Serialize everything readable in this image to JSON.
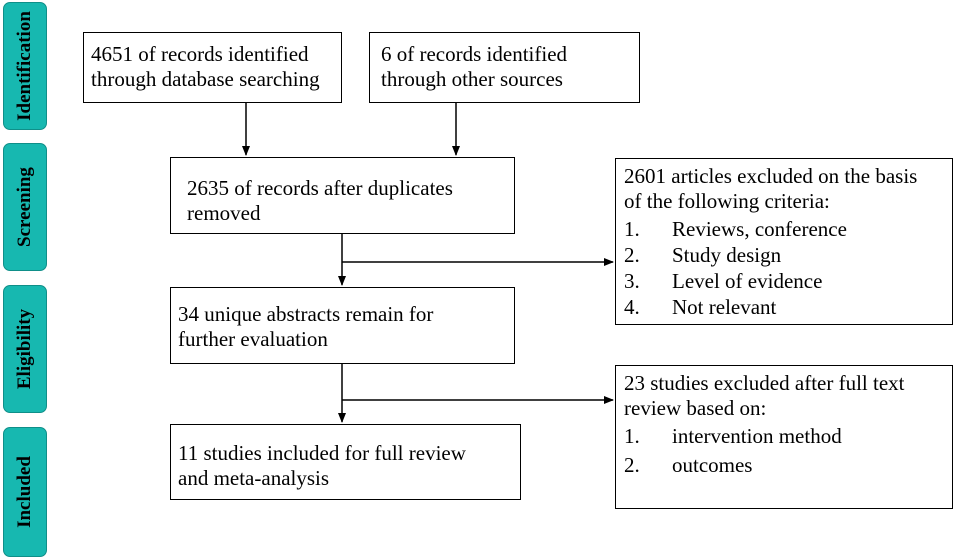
{
  "stages": [
    "Identification",
    "Screening",
    "Eligibility",
    "Included"
  ],
  "boxes": {
    "identified_db": "4651 of records identified\nthrough database searching",
    "identified_other": "6 of records identified\nthrough other sources",
    "after_duplicates": "2635 of records after duplicates\nremoved",
    "unique_abstracts": "34 unique abstracts remain for\nfurther evaluation",
    "included": "11 studies included for full review\nand meta-analysis"
  },
  "exclusion_1": {
    "heading": "2601 articles excluded on the basis\nof the following criteria:",
    "items": [
      {
        "num": "1.",
        "text": "Reviews, conference"
      },
      {
        "num": "2.",
        "text": "Study design"
      },
      {
        "num": "3.",
        "text": "Level of evidence"
      },
      {
        "num": "4.",
        "text": "Not relevant"
      }
    ]
  },
  "exclusion_2": {
    "heading": "23 studies excluded after full text\nreview based on:",
    "items": [
      {
        "num": "1.",
        "text": "intervention method"
      },
      {
        "num": "2.",
        "text": "outcomes"
      }
    ]
  }
}
